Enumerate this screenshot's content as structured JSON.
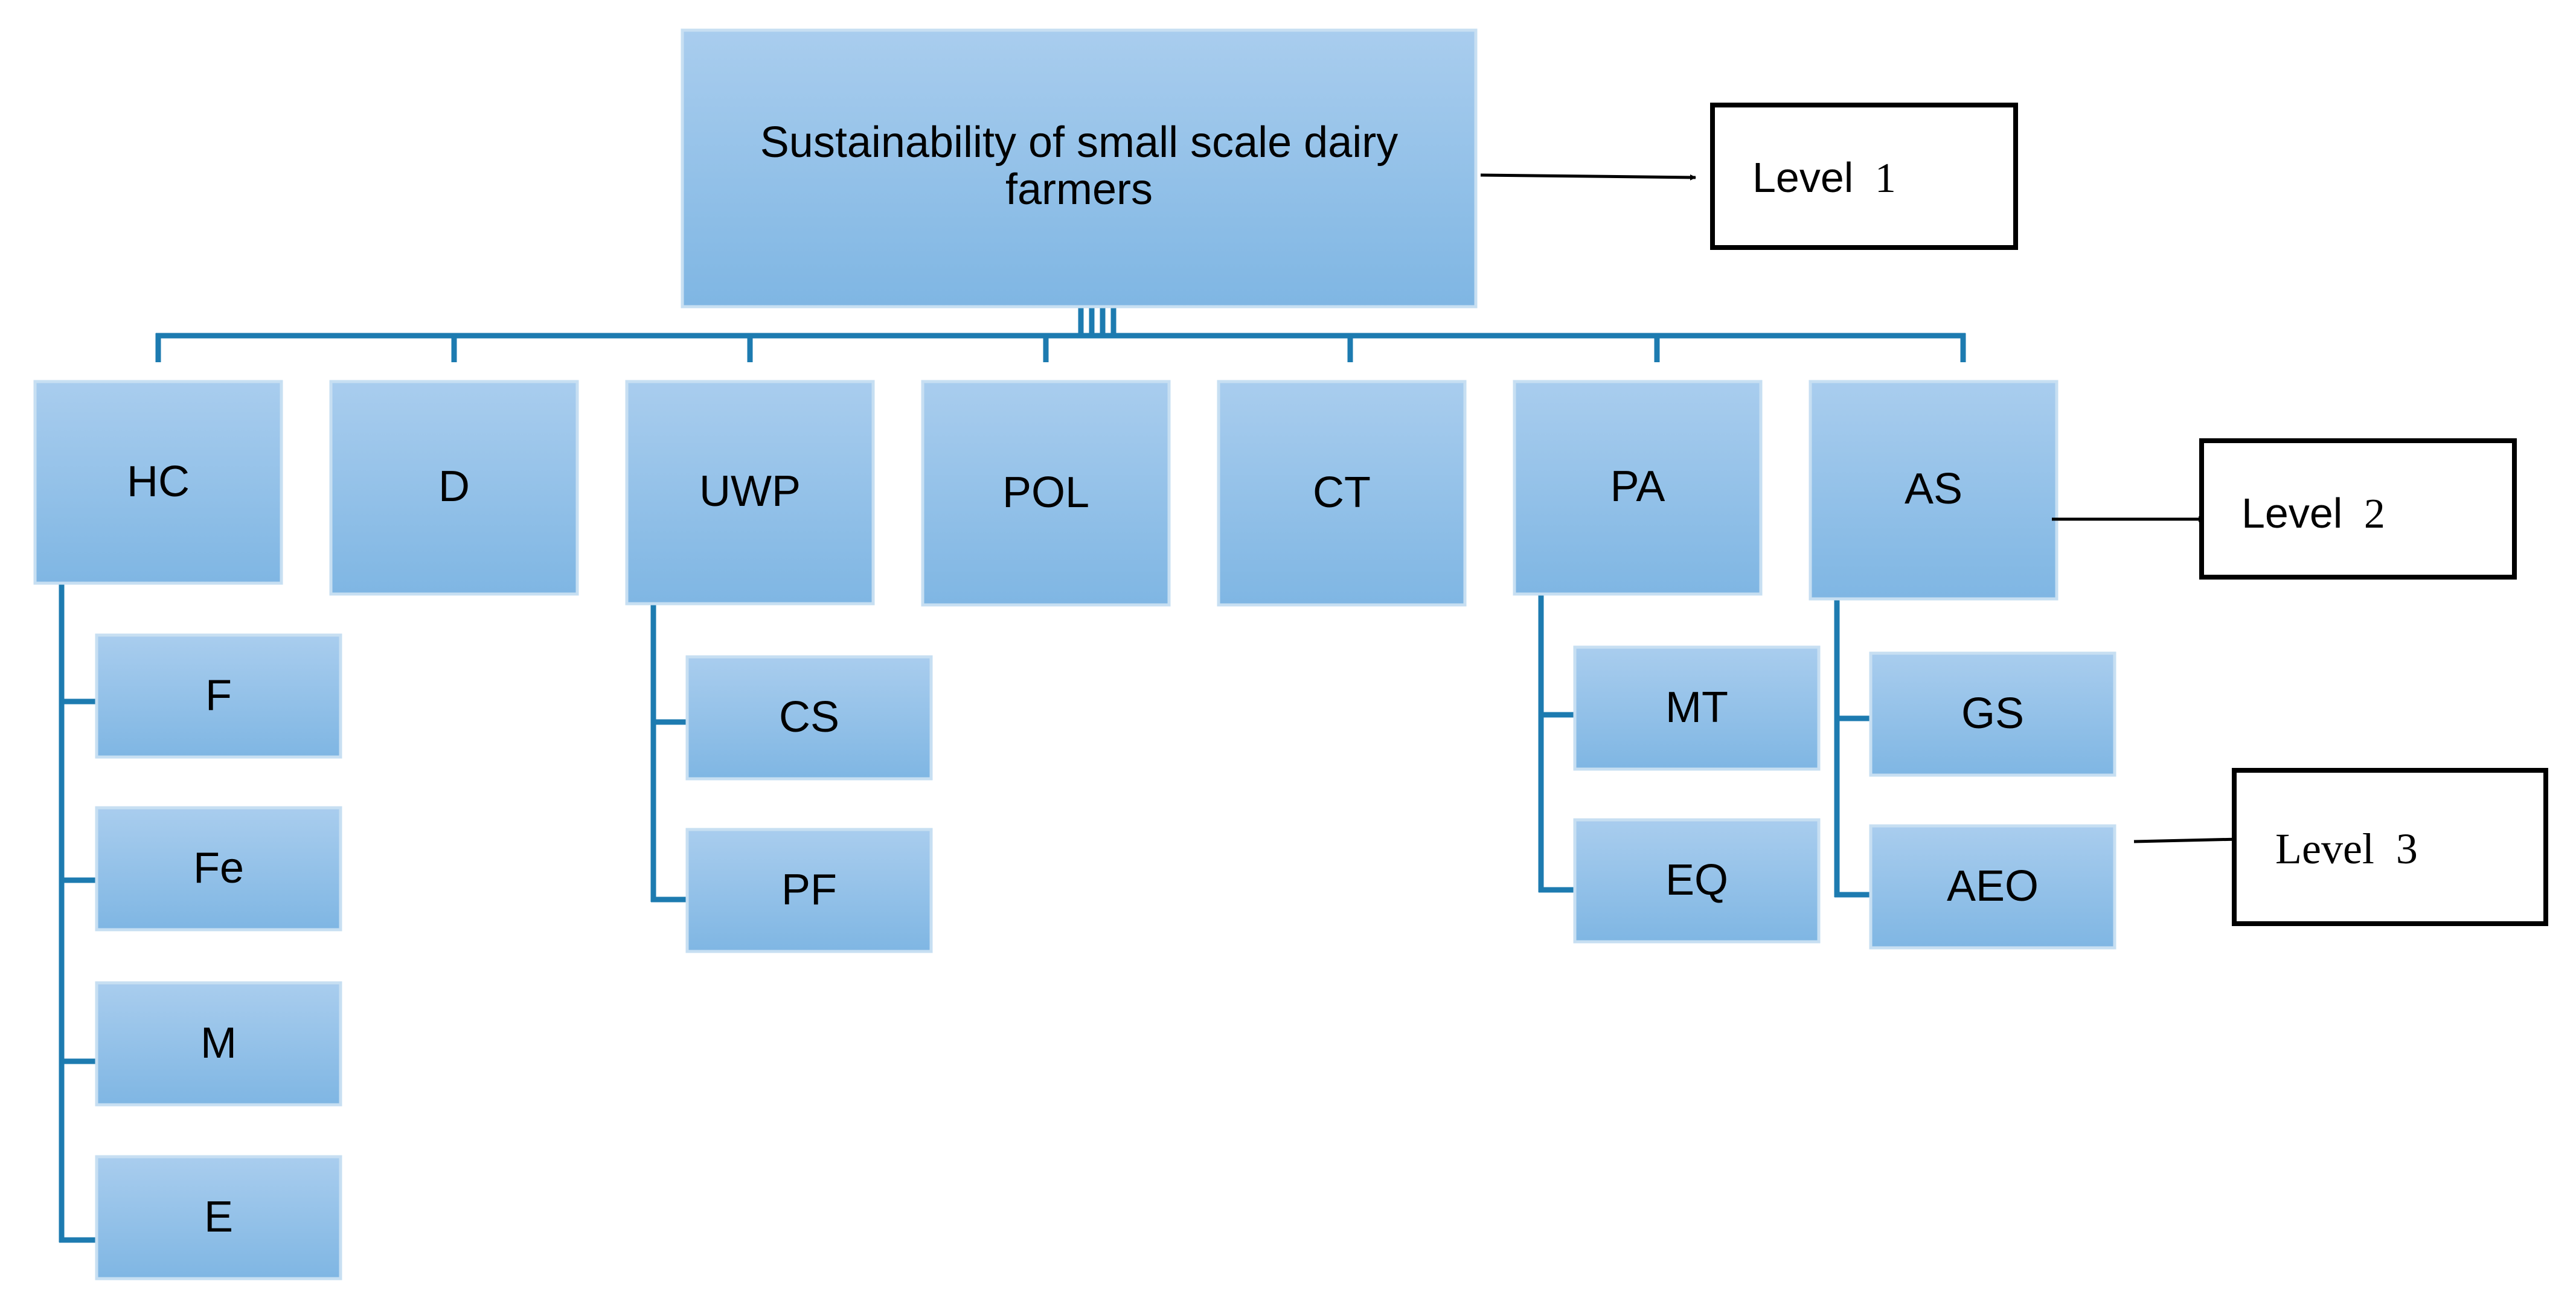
{
  "root": {
    "label_lines": [
      "Sustainability of small scale dairy",
      "farmers"
    ]
  },
  "level_labels": {
    "level1": {
      "word": "Level",
      "num": "1"
    },
    "level2": {
      "word": "Level",
      "num": "2"
    },
    "level3": {
      "word": "Level",
      "num": "3"
    }
  },
  "categories": [
    {
      "id": "hc",
      "label": "HC",
      "children": [
        "F",
        "Fe",
        "M",
        "E"
      ]
    },
    {
      "id": "d",
      "label": "D",
      "children": []
    },
    {
      "id": "uwp",
      "label": "UWP",
      "children": [
        "CS",
        "PF"
      ]
    },
    {
      "id": "pol",
      "label": "POL",
      "children": []
    },
    {
      "id": "ct",
      "label": "CT",
      "children": []
    },
    {
      "id": "pa",
      "label": "PA",
      "children": [
        "MT",
        "EQ"
      ]
    },
    {
      "id": "as",
      "label": "AS",
      "children": [
        "GS",
        "AEO"
      ]
    }
  ],
  "colors": {
    "box_top": "#a9cdee",
    "box_bottom": "#7fb6e3",
    "box_border": "#c7dff2",
    "connector": "#1d7bb0",
    "text": "#000000",
    "level_box_border": "#000000"
  }
}
